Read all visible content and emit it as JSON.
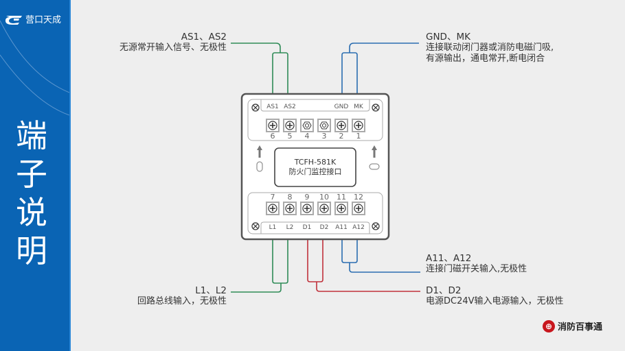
{
  "brand": {
    "name": "营口天成",
    "logo_icon": "tc-logo-icon"
  },
  "title_chars": [
    "端",
    "子",
    "说",
    "明"
  ],
  "device": {
    "model": "TCFH-581K",
    "name": "防火门监控接口",
    "top_terminals": [
      {
        "number": "6",
        "label": "AS1",
        "screw": "cross"
      },
      {
        "number": "5",
        "label": "AS2",
        "screw": "cross"
      },
      {
        "number": "4",
        "label": "",
        "screw": "hex"
      },
      {
        "number": "3",
        "label": "",
        "screw": "hex"
      },
      {
        "number": "2",
        "label": "GND",
        "screw": "cross"
      },
      {
        "number": "1",
        "label": "MK",
        "screw": "cross"
      }
    ],
    "bottom_terminals": [
      {
        "number": "7",
        "label": "L1"
      },
      {
        "number": "8",
        "label": "L2"
      },
      {
        "number": "9",
        "label": "D1"
      },
      {
        "number": "10",
        "label": "D2"
      },
      {
        "number": "11",
        "label": "A11"
      },
      {
        "number": "12",
        "label": "A12"
      }
    ]
  },
  "callouts": {
    "as": {
      "head": "AS1、AS2",
      "desc": [
        "无源常开输入信号、无极性"
      ],
      "color": "#2e8b57"
    },
    "gnd": {
      "head": "GND、MK",
      "desc": [
        "连接联动闭门器或消防电磁门吸,",
        "有源输出，通电常开,断电闭合"
      ],
      "color": "#2a6db0"
    },
    "a1": {
      "head": "A11、A12",
      "desc": [
        "连接门磁开关输入,无极性"
      ],
      "color": "#2a6db0"
    },
    "d": {
      "head": "D1、D2",
      "desc": [
        "电源DC24V输入电源输入，无极性"
      ],
      "color": "#c0303a"
    },
    "l": {
      "head": "L1、L2",
      "desc": [
        "回路总线输入，无极性"
      ],
      "color": "#2e8b57"
    }
  },
  "footer": {
    "brand": "消防百事通",
    "icon": "fire-brand-icon"
  }
}
